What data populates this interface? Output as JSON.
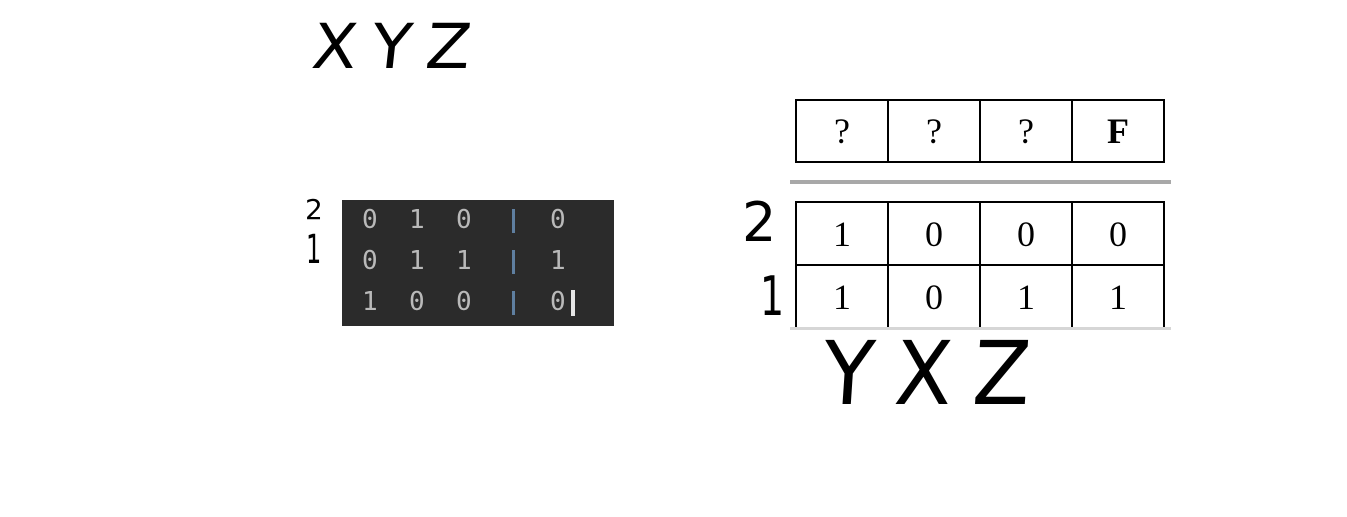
{
  "handwritten": {
    "top_label": "XYZ",
    "left_row_numbers": [
      "2",
      "1"
    ],
    "right_row_numbers": [
      "2",
      "1"
    ],
    "bottom_label": "YXZ"
  },
  "terminal": {
    "rows": [
      {
        "inputs": [
          "0",
          "1",
          "0"
        ],
        "sep": "|",
        "output": "0"
      },
      {
        "inputs": [
          "0",
          "1",
          "1"
        ],
        "sep": "|",
        "output": "1"
      },
      {
        "inputs": [
          "1",
          "0",
          "0"
        ],
        "sep": "|",
        "output": "0"
      }
    ],
    "colors": {
      "background": "#2b2b2b",
      "text": "#b9b9b9",
      "separator": "#5f7fa0"
    }
  },
  "table": {
    "header": [
      "?",
      "?",
      "?",
      "F"
    ],
    "rows": [
      [
        "1",
        "0",
        "0",
        "0"
      ],
      [
        "1",
        "0",
        "1",
        "1"
      ]
    ]
  }
}
